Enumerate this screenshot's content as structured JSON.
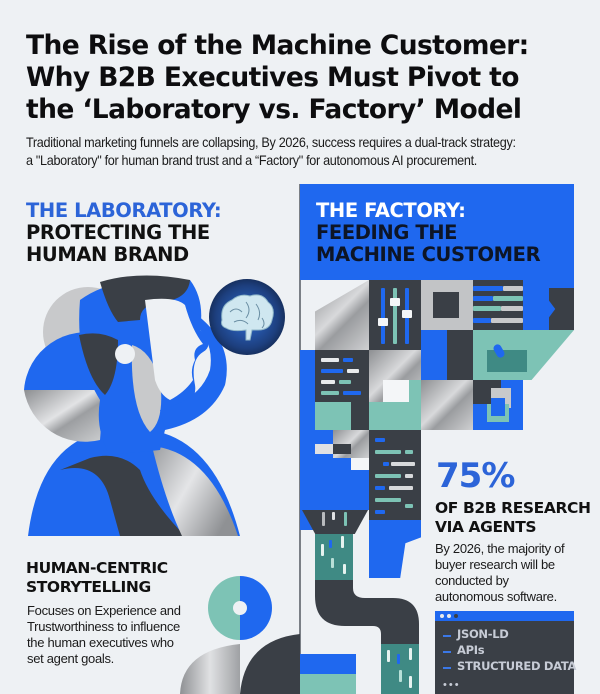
{
  "header": {
    "title_lines": [
      "The Rise of the Machine Customer:",
      "Why B2B Executives Must Pivot to",
      "the ‘Laboratory vs. Factory’ Model"
    ],
    "subtitle_lines": [
      "Traditional marketing funnels are collapsing, By 2026, success requires a dual-track strategy:",
      "a \"Laboratory\" for human brand trust and a “Factory\" for autonomous AI procurement."
    ]
  },
  "laboratory": {
    "heading_lines": [
      "THE LABORATORY:",
      "PROTECTING THE",
      "HUMAN BRAND"
    ],
    "illustration": "human-head-profile-illustration",
    "icon": "brain-icon",
    "section": {
      "title_lines": [
        "HUMAN-CENTRIC",
        "STORYTELLING"
      ],
      "description_lines": [
        "Focuses on Experience and",
        "Trustworthiness to influence",
        "the human executives who",
        "set agent goals."
      ]
    }
  },
  "factory": {
    "heading_lines": [
      "THE FACTORY:",
      "FEEDING THE",
      "MACHINE CUSTOMER"
    ],
    "illustration": "data-mosaic-pipeline-illustration",
    "stat": {
      "value": "75%",
      "label_lines": [
        "OF B2B RESEARCH",
        "VIA AGENTS"
      ],
      "description_lines": [
        "By 2026, the majority of",
        "buyer research will be",
        "conducted by",
        "autonomous software."
      ]
    },
    "terminal": {
      "lines": [
        "JSON-LD",
        "APIs",
        "STRUCTURED DATA"
      ],
      "more": "•••"
    }
  },
  "colors": {
    "accent_blue": "#1f68ef",
    "heading_blue": "#2c64d8",
    "dark": "#3a3f46",
    "teal": "#7dc3b5",
    "background": "#eef1f4"
  }
}
